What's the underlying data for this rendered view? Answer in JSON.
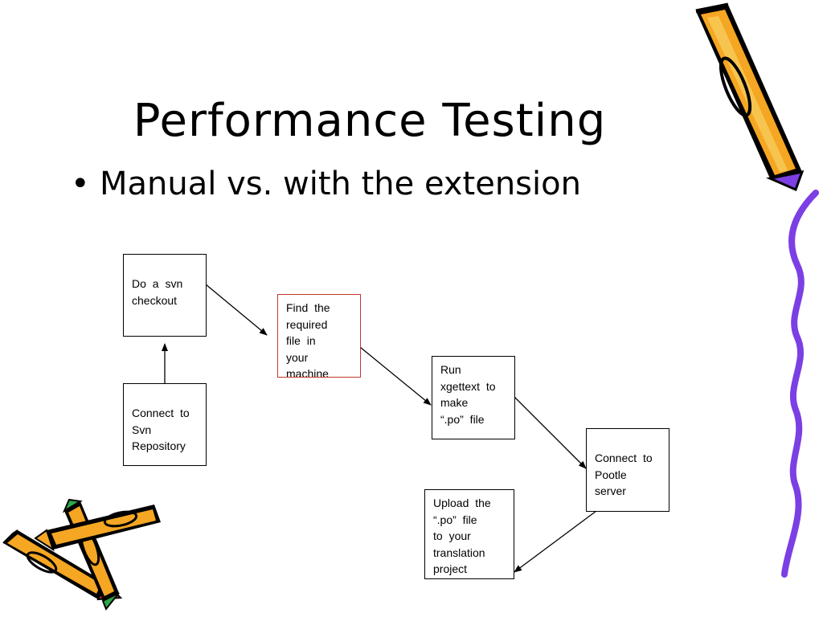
{
  "slide": {
    "title": "Performance Testing",
    "bullet": "Manual vs. with the extension"
  },
  "diagram": {
    "steps": [
      {
        "id": "svn-checkout",
        "label": "Do a svn\ncheckout"
      },
      {
        "id": "connect-svn",
        "label": "Connect to\nSvn\nRepository"
      },
      {
        "id": "find-file",
        "label": "Find the\nrequired\nfile in\nyour\nmachine"
      },
      {
        "id": "run-xgettext",
        "label": "Run\nxgettext to\nmake\n“.po” file"
      },
      {
        "id": "connect-pootle",
        "label": "Connect to\nPootle\nserver"
      },
      {
        "id": "upload-po",
        "label": "Upload the\n“.po” file\nto your\ntranslation\nproject"
      }
    ]
  },
  "decorations": {
    "icons": [
      "pencil-icon",
      "crayon-icon",
      "squiggle-line-icon"
    ],
    "colors": {
      "crayon_orange": "#f5a623",
      "crayon_purple": "#7b3fe4",
      "crayon_red": "#e53b2c",
      "crayon_green": "#2ea84a"
    }
  }
}
